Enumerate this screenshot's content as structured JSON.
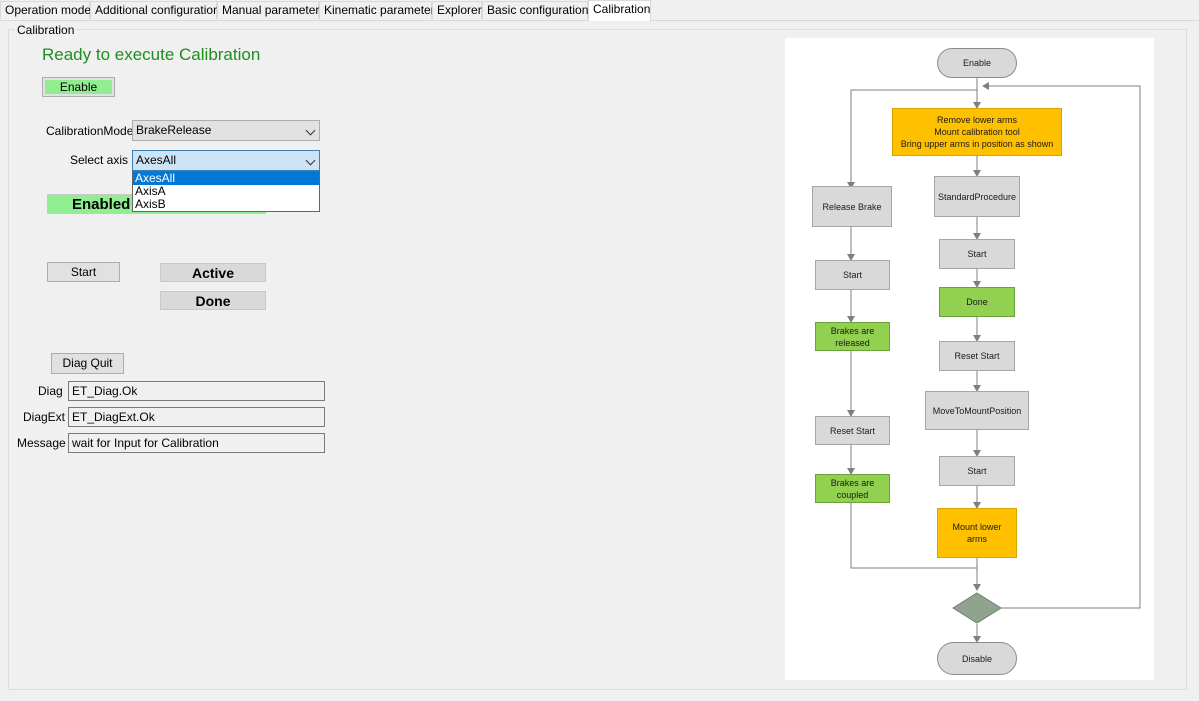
{
  "tabs": [
    {
      "label": "Operation mode"
    },
    {
      "label": "Additional configurations"
    },
    {
      "label": "Manual parameters"
    },
    {
      "label": "Kinematic parameters"
    },
    {
      "label": "Explorer"
    },
    {
      "label": "Basic configurations"
    },
    {
      "label": "Calibration",
      "active": true
    }
  ],
  "group": {
    "title": "Calibration"
  },
  "heading": "Ready to execute Calibration",
  "buttons": {
    "enable": "Enable",
    "start": "Start",
    "diag_quit": "Diag Quit"
  },
  "calibration_mode": {
    "label": "CalibrationMode",
    "value": "BrakeRelease"
  },
  "select_axis": {
    "label": "Select axis",
    "value": "AxesAll",
    "options": [
      "AxesAll",
      "AxisA",
      "AxisB"
    ]
  },
  "status": {
    "enabled": "Enabled",
    "active": "Active",
    "done": "Done"
  },
  "fields": {
    "diag": {
      "label": "Diag",
      "value": "ET_Diag.Ok"
    },
    "diag_ext": {
      "label": "DiagExt",
      "value": "ET_DiagExt.Ok"
    },
    "message": {
      "label": "Message",
      "value": "wait for Input for Calibration"
    }
  },
  "flowchart": {
    "enable": "Enable",
    "remove_lower_arms": [
      "Remove lower arms",
      "Mount calibration tool",
      "Bring upper arms in position as shown"
    ],
    "release_brake": "Release Brake",
    "standard_procedure": "StandardProcedure",
    "start_left": "Start",
    "start_right": "Start",
    "brakes_released": [
      "Brakes are",
      "released"
    ],
    "done": "Done",
    "reset_start_right": "Reset Start",
    "reset_start_left": "Reset Start",
    "move_to_mount": "MoveToMountPosition",
    "brakes_coupled": [
      "Brakes are",
      "coupled"
    ],
    "start_right2": "Start",
    "mount_lower_arms": [
      "Mount lower",
      "arms"
    ],
    "disable": "Disable"
  },
  "colors": {
    "heading": "#1e8e1e",
    "enabled_green": "#90ee90",
    "flow_green": "#92d050",
    "flow_yellow": "#ffc000",
    "flow_gray": "#d9d9d9",
    "decision": "#8fa38f"
  }
}
